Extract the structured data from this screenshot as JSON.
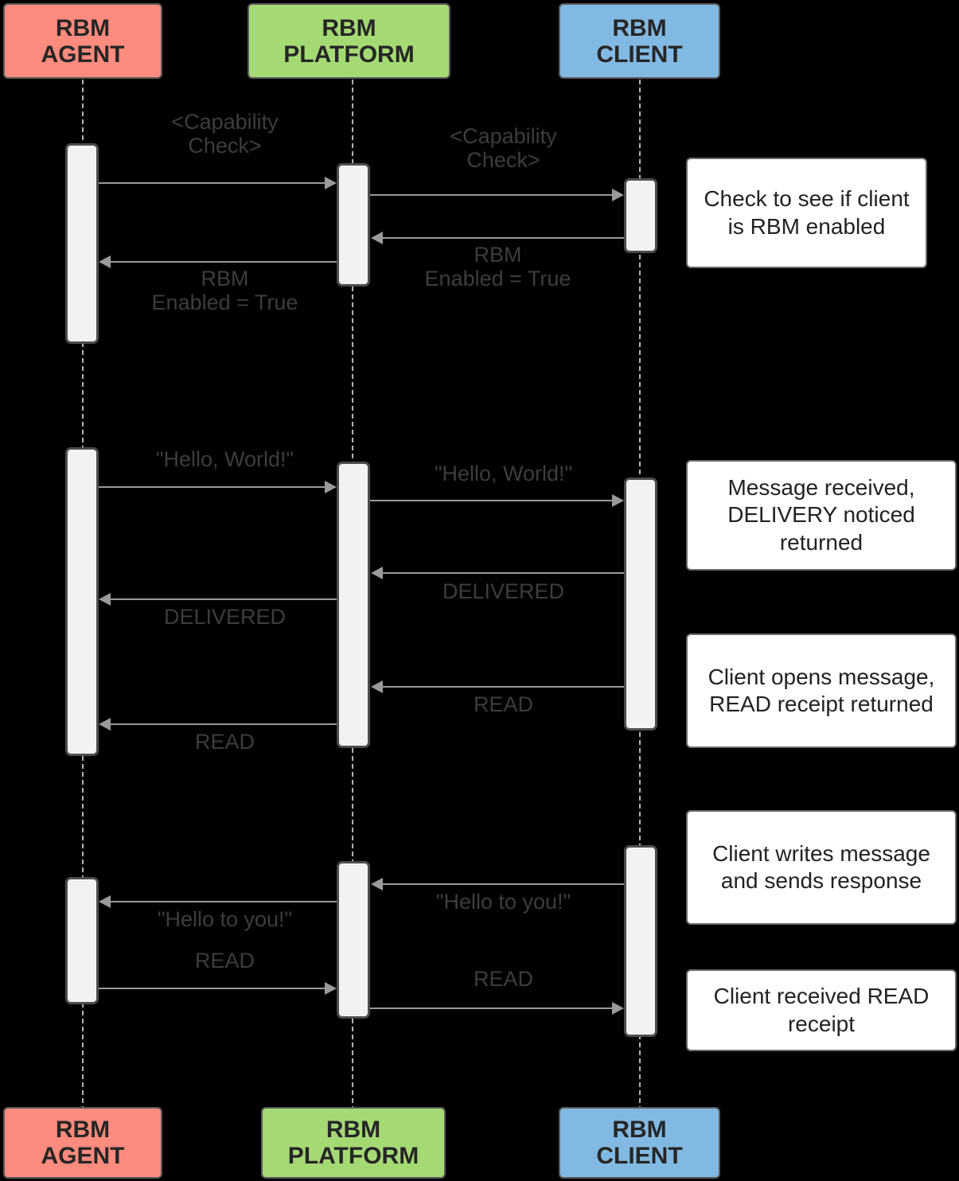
{
  "diagram": {
    "title": "RBM message sequence diagram",
    "colors": {
      "agent": "#fd8b7e",
      "platform": "#a5d974",
      "client": "#81b9e3",
      "activation_fill": "#f2f2f2",
      "activation_border": "#4d4d4d",
      "lifeline": "#b3b3b3",
      "arrow": "#9a9a9a",
      "label_text": "#3d3d3d",
      "note_text": "#222222",
      "background": "#000000"
    }
  },
  "participants": [
    {
      "id": "agent",
      "line1": "RBM",
      "line2": "AGENT"
    },
    {
      "id": "platform",
      "line1": "RBM",
      "line2": "PLATFORM"
    },
    {
      "id": "client",
      "line1": "RBM",
      "line2": "CLIENT"
    }
  ],
  "messages": [
    {
      "id": "m1",
      "label": "<Capability\nCheck>",
      "from": "agent",
      "to": "platform"
    },
    {
      "id": "m2",
      "label": "<Capability\nCheck>",
      "from": "platform",
      "to": "client"
    },
    {
      "id": "m3",
      "label": "RBM\nEnabled = True",
      "from": "client",
      "to": "platform"
    },
    {
      "id": "m4",
      "label": "RBM\nEnabled = True",
      "from": "platform",
      "to": "agent"
    },
    {
      "id": "m5",
      "label": "\"Hello, World!\"",
      "from": "agent",
      "to": "platform"
    },
    {
      "id": "m6",
      "label": "\"Hello, World!\"",
      "from": "platform",
      "to": "client"
    },
    {
      "id": "m7",
      "label": "DELIVERED",
      "from": "client",
      "to": "platform"
    },
    {
      "id": "m8",
      "label": "DELIVERED",
      "from": "platform",
      "to": "agent"
    },
    {
      "id": "m9",
      "label": "READ",
      "from": "client",
      "to": "platform"
    },
    {
      "id": "m10",
      "label": "READ",
      "from": "platform",
      "to": "agent"
    },
    {
      "id": "m11",
      "label": "\"Hello to you!\"",
      "from": "client",
      "to": "platform"
    },
    {
      "id": "m12",
      "label": "\"Hello to you!\"",
      "from": "platform",
      "to": "agent"
    },
    {
      "id": "m13",
      "label": "READ",
      "from": "agent",
      "to": "platform"
    },
    {
      "id": "m14",
      "label": "READ",
      "from": "platform",
      "to": "client"
    }
  ],
  "notes": [
    {
      "id": "n1",
      "text": "Check to see if client is RBM enabled"
    },
    {
      "id": "n2",
      "text": "Message received, DELIVERY noticed returned"
    },
    {
      "id": "n3",
      "text": "Client opens message, READ receipt returned"
    },
    {
      "id": "n4",
      "text": "Client writes message and sends response"
    },
    {
      "id": "n5",
      "text": "Client received READ receipt"
    }
  ]
}
